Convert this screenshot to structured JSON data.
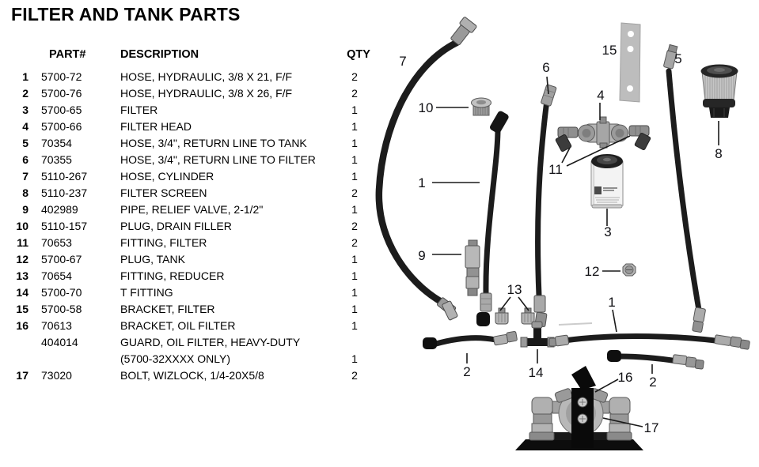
{
  "title": "FILTER AND TANK PARTS",
  "colors": {
    "background": "#ffffff",
    "ink": "#000000"
  },
  "table": {
    "headers": {
      "part": "PART#",
      "description": "DESCRIPTION",
      "qty": "QTY"
    },
    "rows": [
      {
        "num": "1",
        "part": "5700-72",
        "desc": "HOSE, HYDRAULIC, 3/8 X 21, F/F",
        "qty": "2"
      },
      {
        "num": "2",
        "part": "5700-76",
        "desc": "HOSE, HYDRAULIC, 3/8 X 26, F/F",
        "qty": "2"
      },
      {
        "num": "3",
        "part": "5700-65",
        "desc": "FILTER",
        "qty": "1"
      },
      {
        "num": "4",
        "part": "5700-66",
        "desc": "FILTER HEAD",
        "qty": "1"
      },
      {
        "num": "5",
        "part": "70354",
        "desc": "HOSE, 3/4\", RETURN LINE TO TANK",
        "qty": "1"
      },
      {
        "num": "6",
        "part": "70355",
        "desc": "HOSE, 3/4\", RETURN LINE TO FILTER",
        "qty": "1"
      },
      {
        "num": "7",
        "part": "5110-267",
        "desc": "HOSE, CYLINDER",
        "qty": "1"
      },
      {
        "num": "8",
        "part": "5110-237",
        "desc": "FILTER SCREEN",
        "qty": "2"
      },
      {
        "num": "9",
        "part": "402989",
        "desc": "PIPE, RELIEF VALVE, 2-1/2\"",
        "qty": "1"
      },
      {
        "num": "10",
        "part": "5110-157",
        "desc": "PLUG, DRAIN FILLER",
        "qty": "2"
      },
      {
        "num": "11",
        "part": "70653",
        "desc": "FITTING, FILTER",
        "qty": "2"
      },
      {
        "num": "12",
        "part": "5700-67",
        "desc": "PLUG, TANK",
        "qty": "1"
      },
      {
        "num": "13",
        "part": "70654",
        "desc": "FITTING, REDUCER",
        "qty": "1"
      },
      {
        "num": "14",
        "part": "5700-70",
        "desc": "T FITTING",
        "qty": "1"
      },
      {
        "num": "15",
        "part": "5700-58",
        "desc": "BRACKET, FILTER",
        "qty": "1"
      },
      {
        "num": "16",
        "part": "70613",
        "desc": "BRACKET, OIL FILTER",
        "qty": "1"
      },
      {
        "num": "",
        "part": "404014",
        "desc": "GUARD, OIL FILTER, HEAVY-DUTY",
        "qty": ""
      },
      {
        "num": "",
        "part": "",
        "desc": "(5700-32XXXX ONLY)",
        "qty": "1"
      },
      {
        "num": "17",
        "part": "73020",
        "desc": "BOLT, WIZLOCK, 1/4-20X5/8",
        "qty": "2"
      }
    ]
  },
  "diagram": {
    "callouts": {
      "c7": "7",
      "c10": "10",
      "c6": "6",
      "c15": "15",
      "c5": "5",
      "c4": "4",
      "c8": "8",
      "c11": "11",
      "c1a": "1",
      "c3": "3",
      "c9": "9",
      "c12": "12",
      "c13": "13",
      "c1b": "1",
      "c2a": "2",
      "c14": "14",
      "c16": "16",
      "c2b": "2",
      "c17": "17"
    }
  }
}
